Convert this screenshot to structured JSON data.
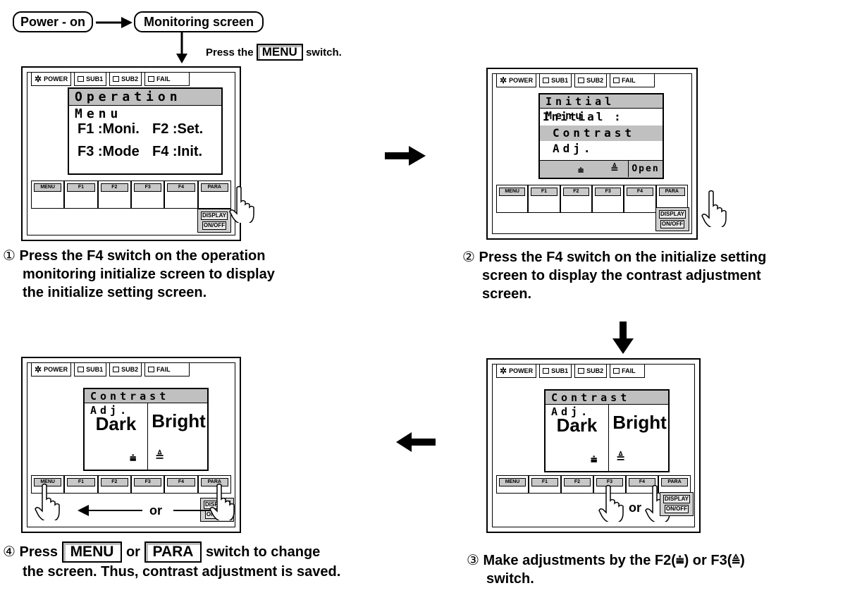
{
  "flow": {
    "power_on": "Power - on",
    "monitoring": "Monitoring screen",
    "press_prefix": "Press the",
    "menu_key": "MENU",
    "press_suffix": "switch."
  },
  "status_bar": {
    "power": "POWER",
    "sub1": "SUB1",
    "sub2": "SUB2",
    "fail": "FAIL"
  },
  "fkeys": [
    "MENU",
    "F1",
    "F2",
    "F3",
    "F4",
    "PARA"
  ],
  "display_btn": {
    "line1": "DISPLAY",
    "line2": "ON/OFF"
  },
  "panel1": {
    "title": "Operation Menu",
    "line1_a": "F1 :Moni.",
    "line1_b": "F2 :Set.",
    "line2_a": "F3 :Mode",
    "line2_b": "F4 :Init."
  },
  "panel2": {
    "title": "Initial Menu",
    "line1": "Initial :",
    "line2": "Contrast Adj.",
    "open": "Open"
  },
  "panel3": {
    "title": "Contrast Adj.",
    "dark": "Dark",
    "bright": "Bright",
    "or": "or"
  },
  "panel4": {
    "title": "Contrast Adj.",
    "dark": "Dark",
    "bright": "Bright",
    "or": "or"
  },
  "captions": {
    "c1_num": "①",
    "c1_l1": "Press the F4 switch on the operation",
    "c1_l2": "monitoring initialize screen to display",
    "c1_l3": "the initialize setting screen.",
    "c2_num": "②",
    "c2_l1": "Press the F4 switch on the initialize setting",
    "c2_l2": "screen to display the contrast adjustment",
    "c2_l3": "screen.",
    "c3_num": "③",
    "c3_l1": "Make adjustments by the F2(",
    "c3_sym1": "⩧",
    "c3_mid": ") or F3(",
    "c3_sym2": "≜",
    "c3_end": ")",
    "c3_l2": "switch.",
    "c4_num": "④",
    "c4_press": "Press",
    "c4_menu": "MENU",
    "c4_or": "or",
    "c4_para": "PARA",
    "c4_rest": "switch to change",
    "c4_l2": "the screen. Thus, contrast adjustment is saved."
  }
}
